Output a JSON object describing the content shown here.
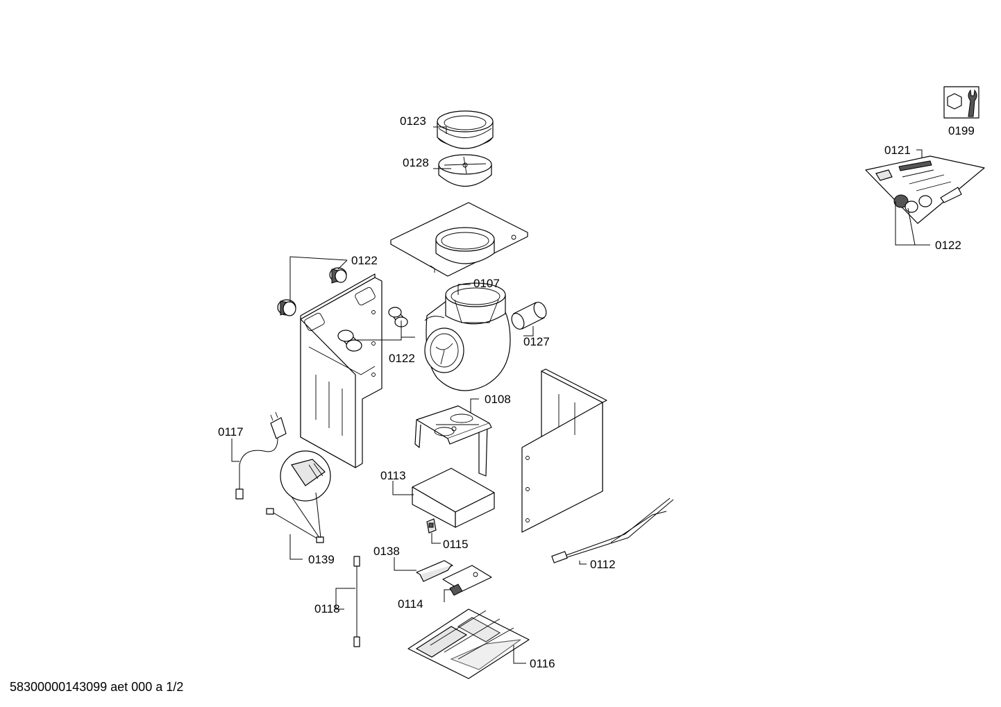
{
  "footer_text": "58300000143099 aet 000 a 1/2",
  "callouts": {
    "c0123": "0123",
    "c0128": "0128",
    "c0122_top": "0122",
    "c0107": "0107",
    "c0127": "0127",
    "c0122_mid": "0122",
    "c0108": "0108",
    "c0117": "0117",
    "c0113": "0113",
    "c0115": "0115",
    "c0139": "0139",
    "c0138": "0138",
    "c0112": "0112",
    "c0114": "0114",
    "c0118": "0118",
    "c0116": "0116",
    "c0199": "0199",
    "c0121": "0121",
    "c0122_bag": "0122"
  },
  "icons": {
    "tool": "wrench-nut-icon"
  }
}
